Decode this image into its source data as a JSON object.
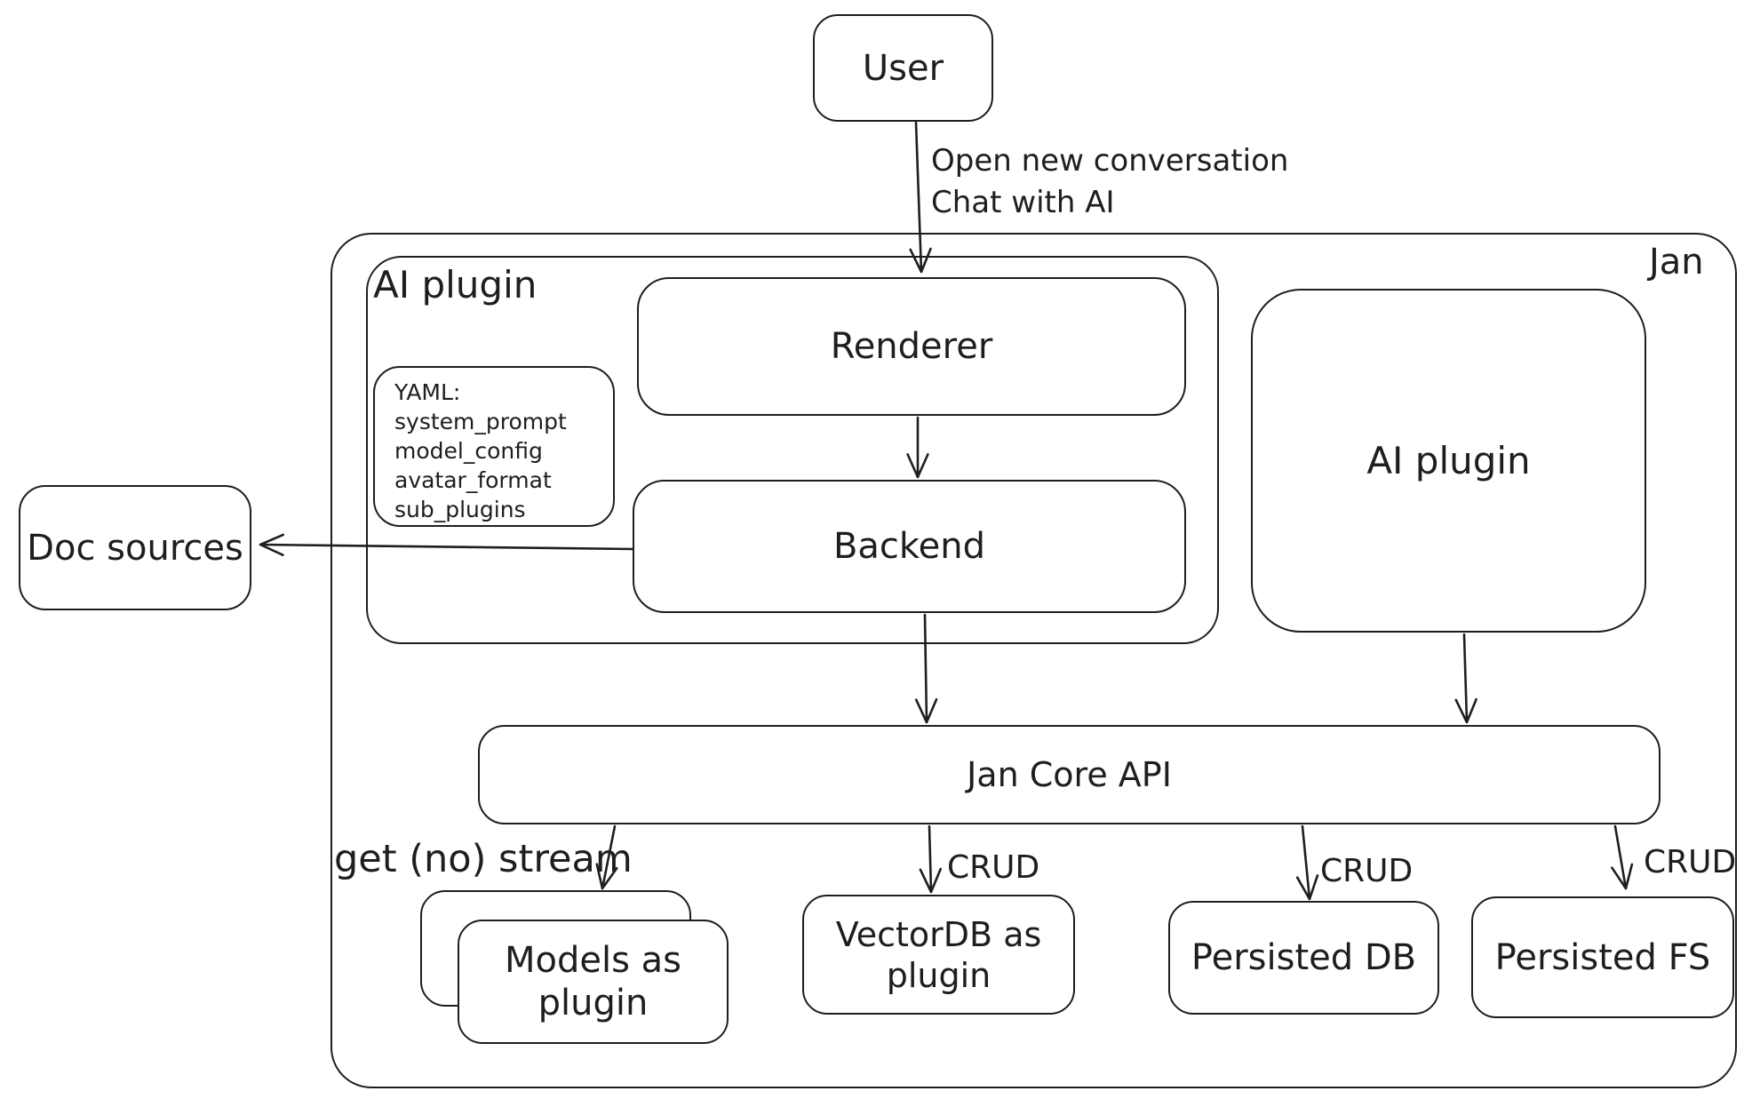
{
  "diagram": {
    "container_label": "Jan",
    "colors": {
      "stroke": "#1e1e1e",
      "background": "#ffffff"
    },
    "nodes": {
      "user": "User",
      "ai_plugin_left": "AI plugin",
      "renderer": "Renderer",
      "backend": "Backend",
      "yaml_note": "YAML:\nsystem_prompt\nmodel_config\navatar_format\nsub_plugins",
      "ai_plugin_right": "AI plugin",
      "doc_sources": "Doc sources",
      "jan_core_api": "Jan Core API",
      "models_as_plugin": "Models as\nplugin",
      "vectordb_as_plugin": "VectorDB as\nplugin",
      "persisted_db": "Persisted DB",
      "persisted_fs": "Persisted FS"
    },
    "edge_labels": {
      "user_flow": "Open new conversation\nChat with AI",
      "get_no_stream": "get (no) stream",
      "crud": "CRUD"
    }
  }
}
